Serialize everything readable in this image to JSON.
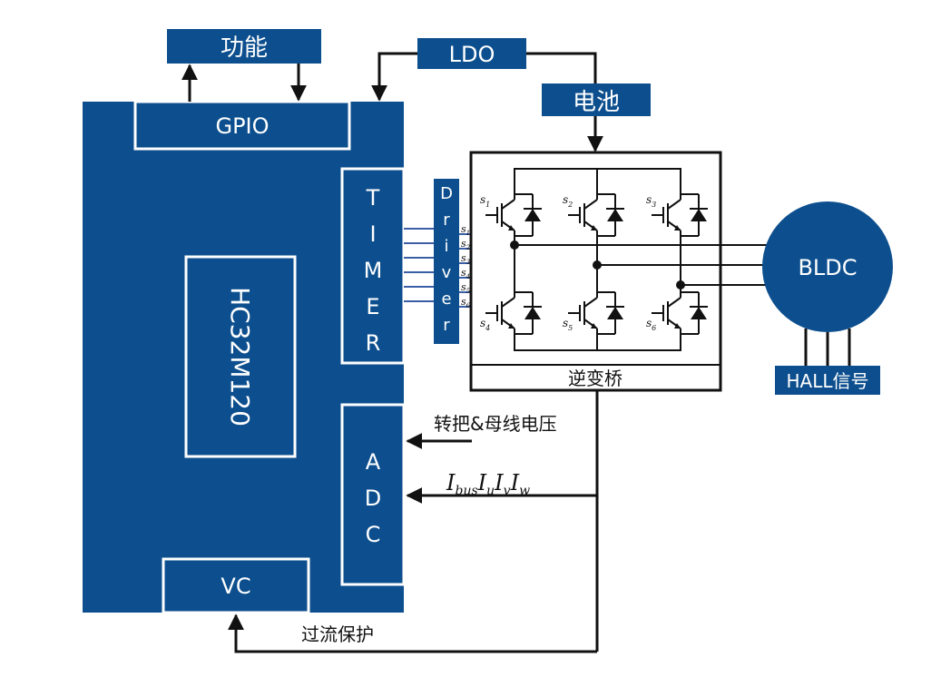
{
  "colors": {
    "block": "#0d4f8e",
    "line": "#111111",
    "bus": "#3a5fa6",
    "white": "#ffffff"
  },
  "labels": {
    "function": "功能",
    "ldo": "LDO",
    "battery": "电池",
    "gpio": "GPIO",
    "mcu": "HC32M120",
    "timer": [
      "T",
      "I",
      "M",
      "E",
      "R"
    ],
    "driver": [
      "D",
      "r",
      "i",
      "v",
      "e",
      "r"
    ],
    "adc": [
      "A",
      "D",
      "C"
    ],
    "vc": "VC",
    "inverter": "逆变桥",
    "motor": "BLDC",
    "hall": "HALL信号",
    "throttle_bus_voltage": "转把&母线电压",
    "overcurrent_protection": "过流保护",
    "currents": [
      {
        "main": "I",
        "sub": "bus"
      },
      {
        "main": "I",
        "sub": "u"
      },
      {
        "main": "I",
        "sub": "v"
      },
      {
        "main": "I",
        "sub": "w"
      }
    ],
    "driver_signals": [
      {
        "main": "s",
        "sub": "1"
      },
      {
        "main": "s",
        "sub": "2"
      },
      {
        "main": "s",
        "sub": "3"
      },
      {
        "main": "s",
        "sub": "4"
      },
      {
        "main": "s",
        "sub": "5"
      },
      {
        "main": "s",
        "sub": "6"
      }
    ],
    "switches": [
      {
        "main": "s",
        "sub": "1"
      },
      {
        "main": "s",
        "sub": "2"
      },
      {
        "main": "s",
        "sub": "3"
      },
      {
        "main": "s",
        "sub": "4"
      },
      {
        "main": "s",
        "sub": "5"
      },
      {
        "main": "s",
        "sub": "6"
      }
    ]
  }
}
